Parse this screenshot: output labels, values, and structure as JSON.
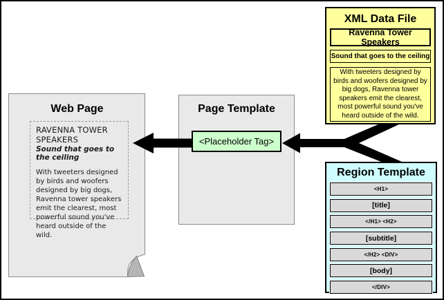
{
  "colors": {
    "arrow": "#000000",
    "xml_box_bg": "#ffff9e",
    "region_box_bg": "#cffdff",
    "placeholder_bg": "#ccffcc",
    "panel_bg": "#e9e9e9",
    "row_bg": "#d9d9d9"
  },
  "web_page": {
    "title": "Web Page",
    "heading": "RAVENNA TOWER SPEAKERS",
    "subtitle": "Sound that goes to the ceiling",
    "body": "With tweeters designed by birds and woofers designed by big dogs, Ravenna tower speakers emit the clearest, most powerful sound you've heard outside of the wild."
  },
  "page_template": {
    "title": "Page Template",
    "placeholder_label": "<Placeholder Tag>"
  },
  "xml_data_file": {
    "title": "XML Data File",
    "fields": [
      {
        "name": "title",
        "value": "Ravenna Tower Speakers"
      },
      {
        "name": "subtitle",
        "value": "Sound that goes to the ceiling"
      },
      {
        "name": "body",
        "value": "With tweeters designed by birds and woofers designed by big dogs, Ravenna tower speakers emit the clearest, most powerful sound you've heard outside of the wild."
      }
    ]
  },
  "region_template": {
    "title": "Region Template",
    "rows": [
      "<H1>",
      "[title]",
      "</H1> <H2>",
      "[subtitle]",
      "</H2> <DIV>",
      "[body]",
      "</DIV>"
    ]
  }
}
